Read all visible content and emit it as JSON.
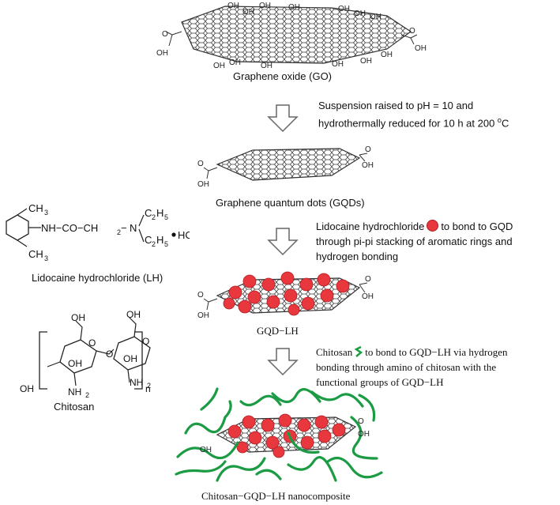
{
  "labels": {
    "go": "Graphene oxide (GO)",
    "gqds": "Graphene quantum dots (GQDs)",
    "gqd_lh": "GQD−LH",
    "lh": "Lidocaine hydrochloride (LH)",
    "chitosan": "Chitosan",
    "final": "Chitosan−GQD−LH nanocomposite"
  },
  "steps": {
    "s1_line1": "Suspension raised to pH = 10 and",
    "s1_line2_a": "hydrothermally reduced for 10 h at 200 ",
    "s1_line2_sup": "o",
    "s1_line2_b": "C",
    "s2_line1_a": "Lidocaine hydrochloride",
    "s2_line1_b": "to bond to GQD",
    "s2_line2": "through pi-pi stacking of aromatic rings and",
    "s2_line3": "hydrogen bonding",
    "s3_line1_a": "Chitosan",
    "s3_line1_b": "to bond to GQD−LH via hydrogen",
    "s3_line2": "bonding through amino of chitosan with the",
    "s3_line3": "functional  groups of GQD−LH"
  },
  "chem": {
    "oh": "OH",
    "o": "O",
    "ch3": "CH",
    "three": "3",
    "lh_chain": "NH−CO−CH",
    "two": "2",
    "n": "N",
    "c2h5": "C",
    "five": "5",
    "hcl": "HCl",
    "nh2": "NH",
    "sub_n": "n"
  },
  "colors": {
    "lidocaine_dot": "#e8373d",
    "chitosan_strand": "#1c9b45",
    "sheet": "#555555",
    "arrow": "#666666"
  }
}
